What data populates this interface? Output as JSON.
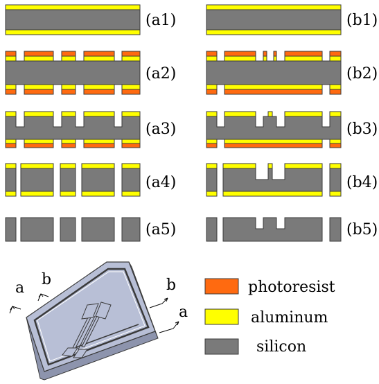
{
  "colors": {
    "photoresist": "#ff6a10",
    "aluminum": "#ffff00",
    "silicon": "#7a7a7a",
    "outline": "#3a3a3a",
    "chip_top": "#b8bfd6",
    "chip_side": "#8d94ad"
  },
  "steps_a": [
    {
      "label": "(a1)"
    },
    {
      "label": "(a2)"
    },
    {
      "label": "(a3)"
    },
    {
      "label": "(a4)"
    },
    {
      "label": "(a5)"
    }
  ],
  "steps_b": [
    {
      "label": "(b1)"
    },
    {
      "label": "(b2)"
    },
    {
      "label": "(b3)"
    },
    {
      "label": "(b4)"
    },
    {
      "label": "(b5)"
    }
  ],
  "legend": [
    {
      "key": "photoresist",
      "label": "photoresist"
    },
    {
      "key": "aluminum",
      "label": "aluminum"
    },
    {
      "key": "silicon",
      "label": "silicon"
    }
  ],
  "chip_labels": {
    "a_left": "a",
    "b_left": "b",
    "b_right": "b",
    "a_right": "a"
  }
}
